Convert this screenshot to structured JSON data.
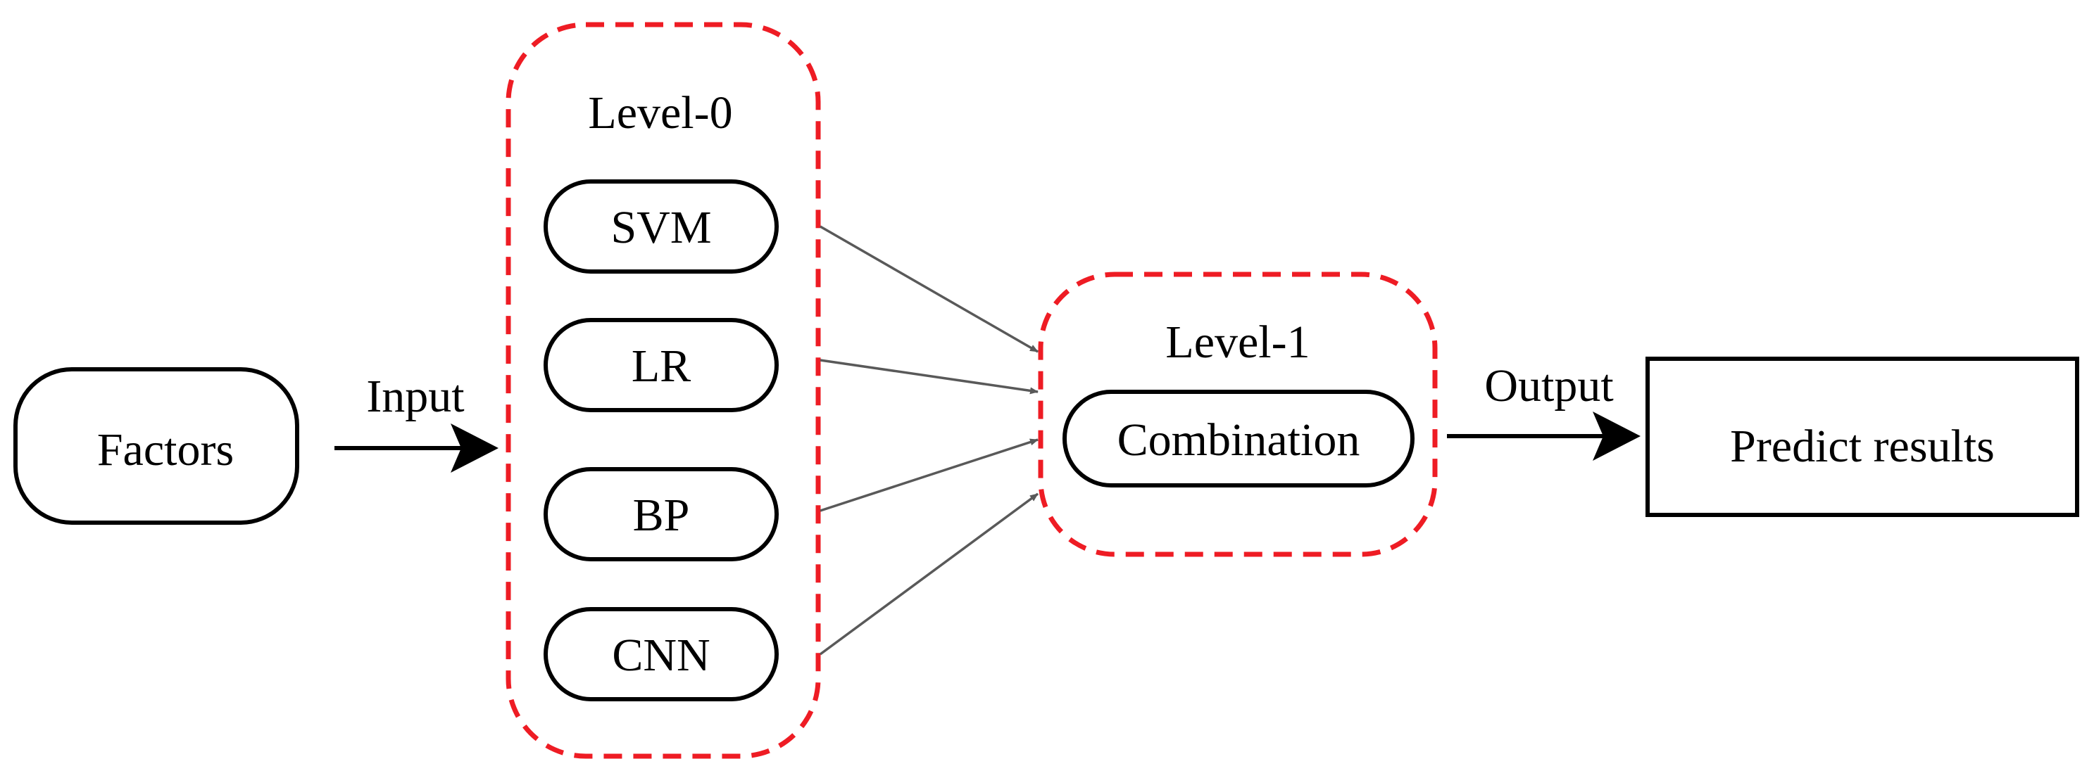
{
  "nodes": {
    "factors": "Factors",
    "svm": "SVM",
    "lr": "LR",
    "bp": "BP",
    "cnn": "CNN",
    "combination": "Combination",
    "predict": "Predict results"
  },
  "groups": {
    "level0": "Level-0",
    "level1": "Level-1"
  },
  "edges": {
    "input": "Input",
    "output": "Output"
  },
  "colors": {
    "group_border": "#ee1c24",
    "node_border": "#000000",
    "arrow_thin": "#595959",
    "arrow_thick": "#000000"
  }
}
